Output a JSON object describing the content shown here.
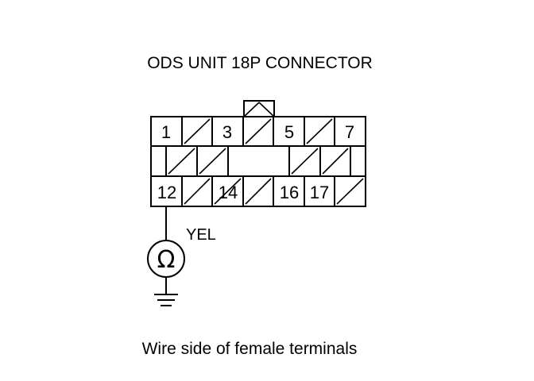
{
  "title": "ODS UNIT 18P CONNECTOR",
  "caption": "Wire side of female terminals",
  "wire_color": "YEL",
  "meter_symbol": "Ω",
  "pins": {
    "p1": "1",
    "p3": "3",
    "p5": "5",
    "p7": "7",
    "p12": "12",
    "p14": "14",
    "p16": "16",
    "p17": "17"
  },
  "colors": {
    "line": "#000000",
    "background": "#ffffff"
  }
}
